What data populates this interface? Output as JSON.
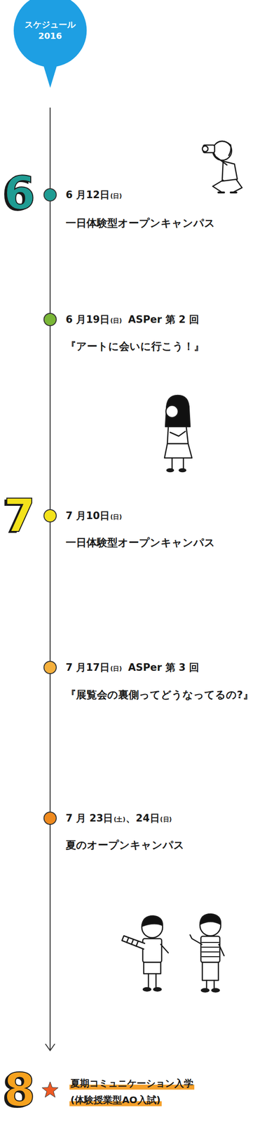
{
  "diagram": {
    "nodes": [
      {
        "text": [
          "スケジュール 2016"
        ]
      }
    ],
    "labels": [
      "6",
      "6 月12日",
      "(日)",
      "一日体験型オープンキャンパス",
      "6 月19日",
      "(日)",
      "ASPer 第 2 回",
      "『アートに会いに行こう！』",
      "7",
      "7 月10日",
      "(日)",
      "一日体験型オープンキャンパス",
      "7 月17日",
      "(日)",
      "ASPer 第 3 回",
      "『展覧会の裏側ってどうなってるの?』",
      "7 月 23日",
      "(土)",
      "、24日",
      "(日)",
      "夏のオープンキャンパス",
      "8",
      "夏期コミュニケーション入学",
      "(体験授業型AO入試)"
    ]
  }
}
